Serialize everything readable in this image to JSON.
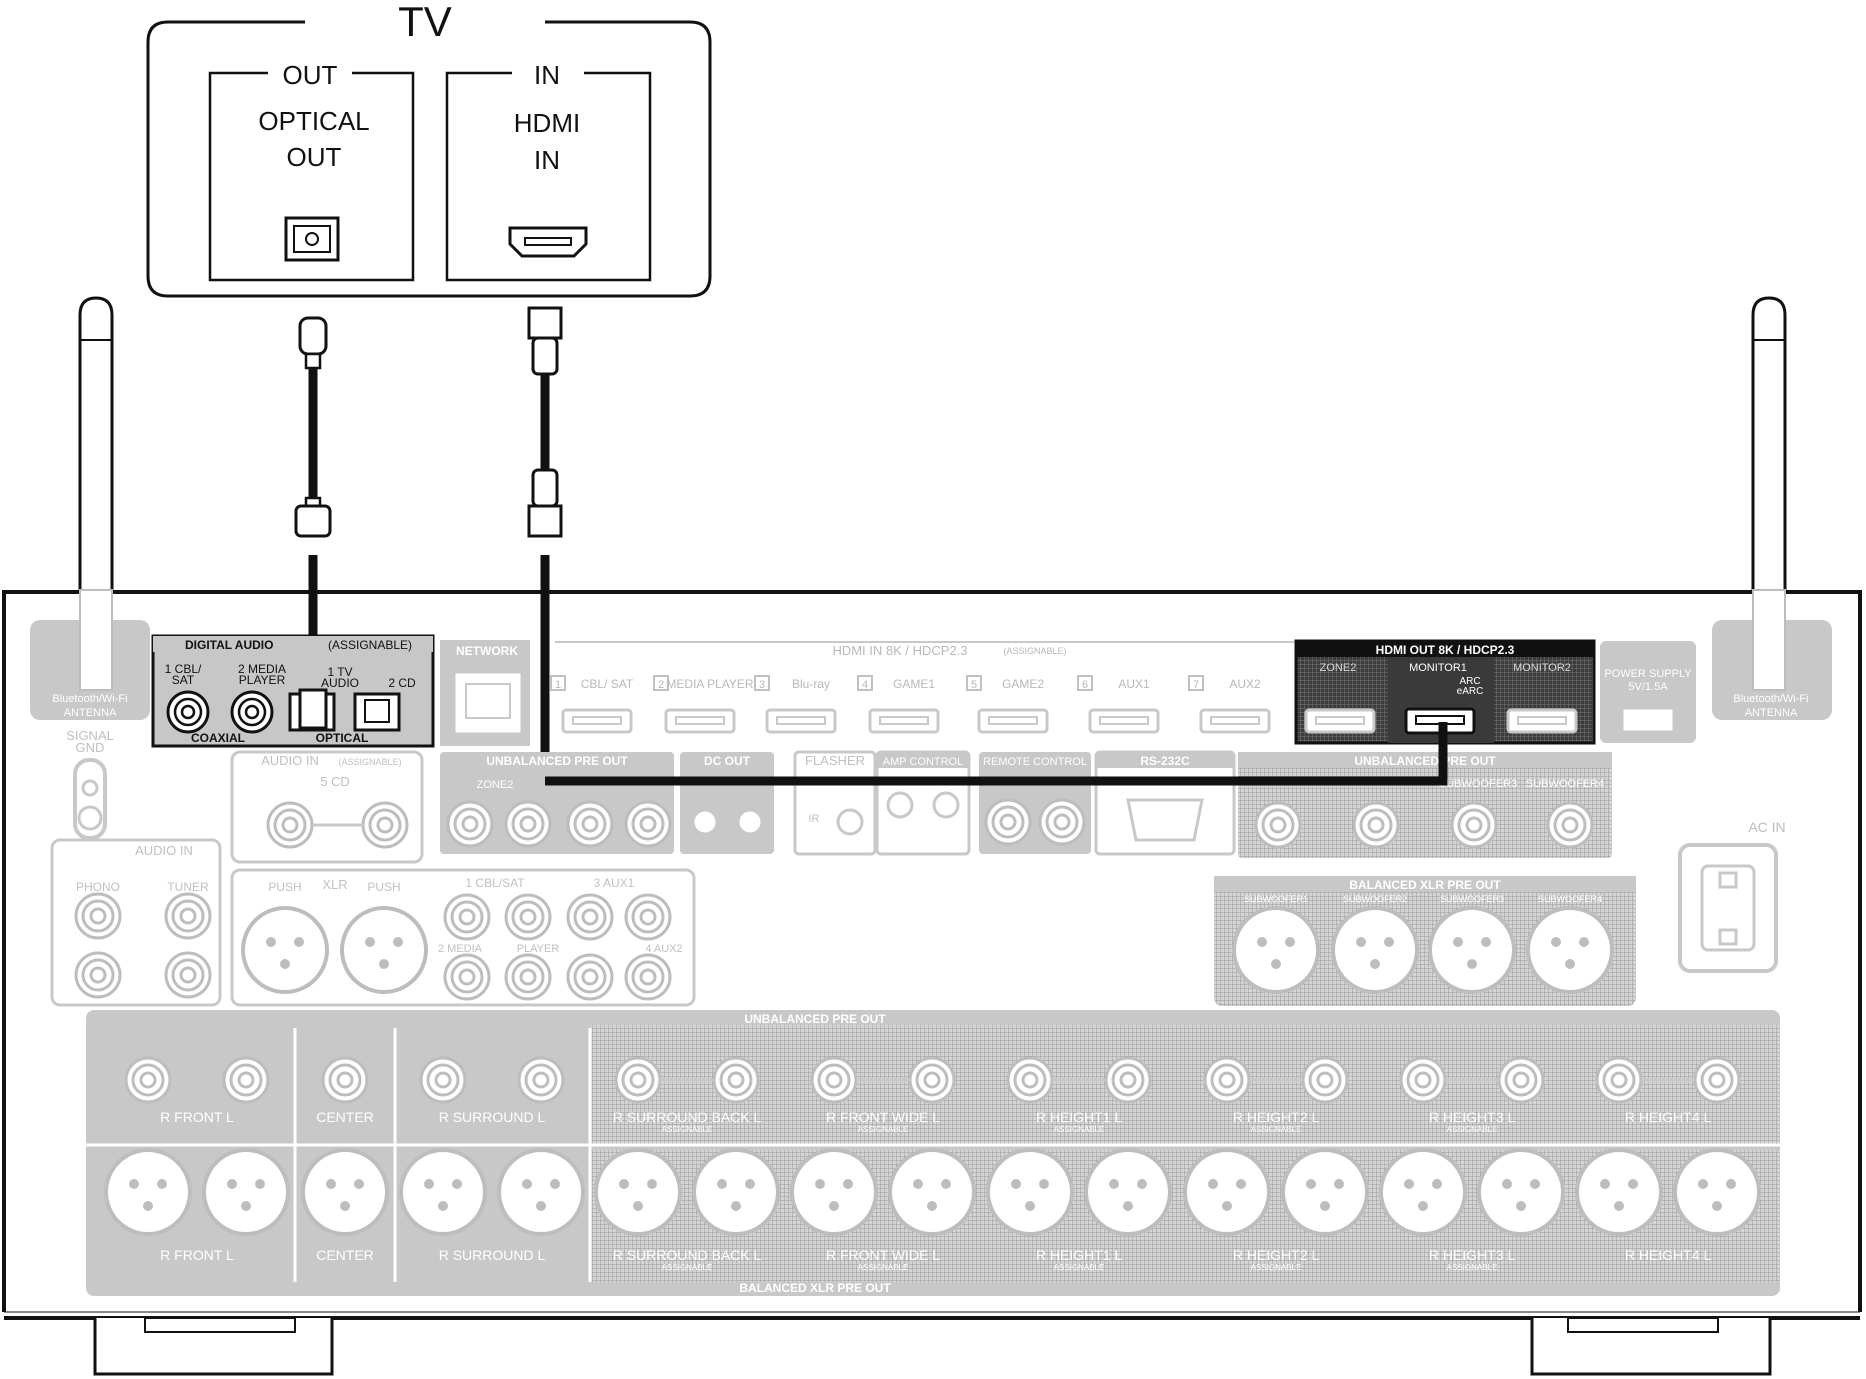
{
  "tv": {
    "title": "TV",
    "out_header": "OUT",
    "out_label_line1": "OPTICAL",
    "out_label_line2": "OUT",
    "in_header": "IN",
    "in_label_line1": "HDMI",
    "in_label_line2": "IN"
  },
  "receiver": {
    "antenna_label_line1": "Bluetooth/Wi-Fi",
    "antenna_label_line2": "ANTENNA",
    "digital_audio": {
      "header": "DIGITAL AUDIO",
      "header_note": "(ASSIGNABLE)",
      "coax1_line1": "1 CBL/",
      "coax1_line2": "SAT",
      "coax2_line1": "2 MEDIA",
      "coax2_line2": "PLAYER",
      "opt1_line1": "1 TV",
      "opt1_line2": "AUDIO",
      "opt2": "2 CD",
      "coaxial": "COAXIAL",
      "optical": "OPTICAL"
    },
    "network": "NETWORK",
    "hdmi_in_header": "HDMI IN 8K / HDCP2.3",
    "hdmi_in_note": "(ASSIGNABLE)",
    "hdmi_inputs": [
      {
        "num": "1",
        "label": "CBL/ SAT"
      },
      {
        "num": "2",
        "label": "MEDIA PLAYER"
      },
      {
        "num": "3",
        "label": "Blu-ray"
      },
      {
        "num": "4",
        "label": "GAME1"
      },
      {
        "num": "5",
        "label": "GAME2"
      },
      {
        "num": "6",
        "label": "AUX1"
      },
      {
        "num": "7",
        "label": "AUX2"
      }
    ],
    "hdmi_out": {
      "header": "HDMI OUT 8K / HDCP2.3",
      "zone2": "ZONE2",
      "monitor1": "MONITOR1",
      "arc": "ARC",
      "earc": "eARC",
      "monitor2": "MONITOR2"
    },
    "power_supply_line1": "POWER SUPPLY",
    "power_supply_line2": "5V/1.5A",
    "signal_gnd_line1": "SIGNAL",
    "signal_gnd_line2": "GND",
    "audio_in_top": "AUDIO IN",
    "audio_in_top_note": "(ASSIGNABLE)",
    "five_cd": "5 CD",
    "unbalanced_pre_out": "UNBALANCED PRE OUT",
    "zone2": "ZONE2",
    "dc_out": "DC OUT",
    "flasher": "FLASHER",
    "ir": "IR",
    "amp_control": "AMP CONTROL",
    "remote_control": "REMOTE CONTROL",
    "rs232c": "RS-232C",
    "subwoofer3": "SUBWOOFER3",
    "subwoofer4": "SUBWOOFER4",
    "ac_in": "AC IN",
    "audio_in_left": "AUDIO   IN",
    "phono": "PHONO",
    "tuner": "TUNER",
    "push": "PUSH",
    "xlr": "XLR",
    "cbl_sat": "1 CBL/SAT",
    "aux1": "3 AUX1",
    "media_player_2": "2 MEDIA",
    "player": "PLAYER",
    "aux2_4": "4 AUX2",
    "balanced_xlr_pre_out": "BALANCED XLR PRE OUT",
    "subwoofer_labels": [
      "SUBWOOFER1",
      "SUBWOOFER2",
      "SUBWOOFER3",
      "SUBWOOFER4"
    ],
    "channel_groups": [
      "FRONT",
      "CENTER",
      "SURROUND",
      "SURROUND BACK",
      "FRONT WIDE",
      "HEIGHT1",
      "HEIGHT2",
      "HEIGHT3",
      "HEIGHT4"
    ],
    "assignable": "ASSIGNABLE",
    "r": "R",
    "l": "L"
  }
}
